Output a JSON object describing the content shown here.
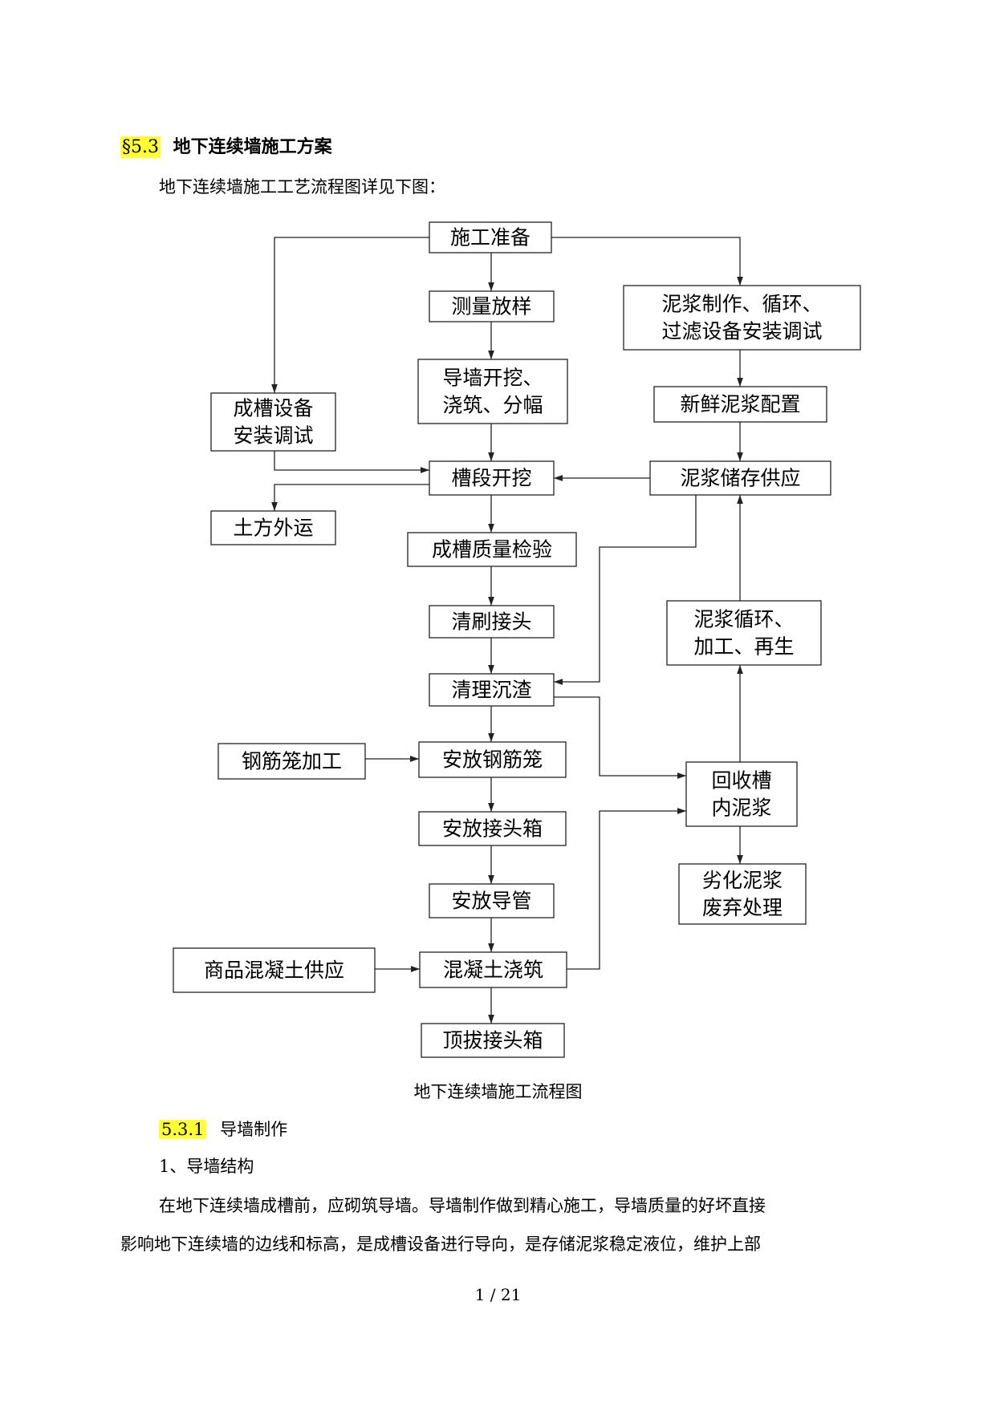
{
  "section": {
    "number": "§5.3",
    "title": "地下连续墙施工方案"
  },
  "intro": "地下连续墙施工工艺流程图详见下图：",
  "flowchart": {
    "caption": "地下连续墙施工流程图",
    "nodes": [
      {
        "id": "prep",
        "lines": [
          "施工准备"
        ]
      },
      {
        "id": "survey",
        "lines": [
          "测量放样"
        ]
      },
      {
        "id": "slurry-equip",
        "lines": [
          "泥浆制作、循环、",
          "过滤设备安装调试"
        ]
      },
      {
        "id": "guide-wall",
        "lines": [
          "导墙开挖、",
          "浇筑、分幅"
        ]
      },
      {
        "id": "fresh-slurry",
        "lines": [
          "新鲜泥浆配置"
        ]
      },
      {
        "id": "trench-equip",
        "lines": [
          "成槽设备",
          "安装调试"
        ]
      },
      {
        "id": "excavate",
        "lines": [
          "槽段开挖"
        ]
      },
      {
        "id": "slurry-storage",
        "lines": [
          "泥浆储存供应"
        ]
      },
      {
        "id": "earth-out",
        "lines": [
          "土方外运"
        ]
      },
      {
        "id": "trench-check",
        "lines": [
          "成槽质量检验"
        ]
      },
      {
        "id": "brush-joint",
        "lines": [
          "清刷接头"
        ]
      },
      {
        "id": "slurry-recycle",
        "lines": [
          "泥浆循环、",
          "加工、再生"
        ]
      },
      {
        "id": "clear-sediment",
        "lines": [
          "清理沉渣"
        ]
      },
      {
        "id": "rebar-process",
        "lines": [
          "钢筋笼加工"
        ]
      },
      {
        "id": "place-rebar",
        "lines": [
          "安放钢筋笼"
        ]
      },
      {
        "id": "recovery-tank",
        "lines": [
          "回收槽",
          "内泥浆"
        ]
      },
      {
        "id": "place-joint-box",
        "lines": [
          "安放接头箱"
        ]
      },
      {
        "id": "degraded-slurry",
        "lines": [
          "劣化泥浆",
          "废弃处理"
        ]
      },
      {
        "id": "place-tremie",
        "lines": [
          "安放导管"
        ]
      },
      {
        "id": "concrete-supply",
        "lines": [
          "商品混凝土供应"
        ]
      },
      {
        "id": "concrete-pour",
        "lines": [
          "混凝土浇筑"
        ]
      },
      {
        "id": "pull-joint-box",
        "lines": [
          "顶拔接头箱"
        ]
      }
    ]
  },
  "subsection": {
    "number": "5.3.1",
    "title": "导墙制作"
  },
  "item1": "1、导墙结构",
  "body_line1": "在地下连续墙成槽前，应砌筑导墙。导墙制作做到精心施工，导墙质量的好坏直接",
  "body_line2": "影响地下连续墙的边线和标高，是成槽设备进行导向，是存储泥浆稳定液位，维护上部",
  "page_number": "1 / 21"
}
